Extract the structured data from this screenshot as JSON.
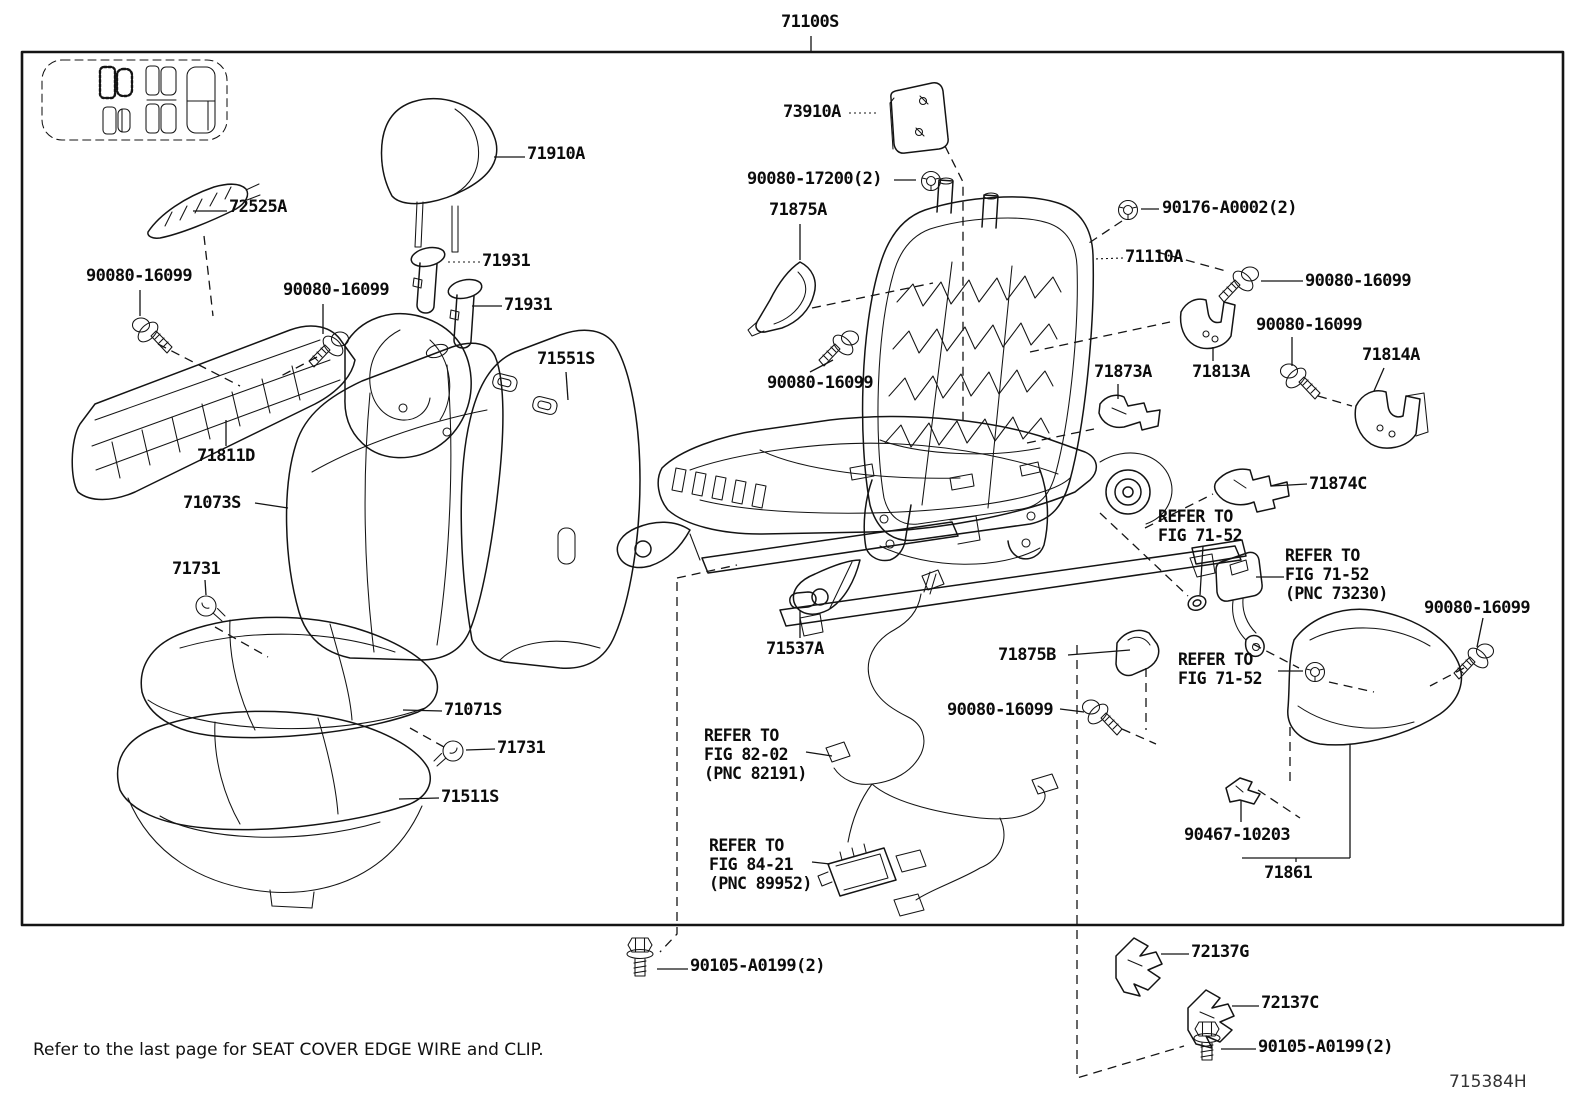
{
  "page": {
    "background": "#ffffff",
    "line_color": "#141414",
    "footer_note": "Refer to the last page for SEAT COVER EDGE WIRE and CLIP.",
    "figure_code": "715384H"
  },
  "title": {
    "part_no": "71100S"
  },
  "labels": {
    "p73910A": "73910A",
    "p71910A": "71910A",
    "p72525A": "72525A",
    "p71875A": "71875A",
    "n9008017200": "90080-17200(2)",
    "n90176A0002": "90176-A0002(2)",
    "b9008016099": "90080-16099",
    "p71931": "71931",
    "p71110A": "71110A",
    "p71551S": "71551S",
    "p71873A": "71873A",
    "p71813A": "71813A",
    "p71814A": "71814A",
    "p71811D": "71811D",
    "p71874C": "71874C",
    "p71073S": "71073S",
    "p71731": "71731",
    "p71537A": "71537A",
    "p71875B": "71875B",
    "p71071S": "71071S",
    "p71511S": "71511S",
    "p90467": "90467-10203",
    "p71861": "71861",
    "p72137G": "72137G",
    "p72137C": "72137C",
    "p90105": "90105-A0199(2)"
  },
  "refer_notes": {
    "fig7152_short": "REFER TO\nFIG 71-52",
    "fig7152_pnc": "REFER TO\nFIG 71-52\n(PNC 73230)",
    "fig8202": "REFER TO\nFIG 82-02\n(PNC 82191)",
    "fig8421": "REFER TO\nFIG 84-21\n(PNC 89952)"
  }
}
